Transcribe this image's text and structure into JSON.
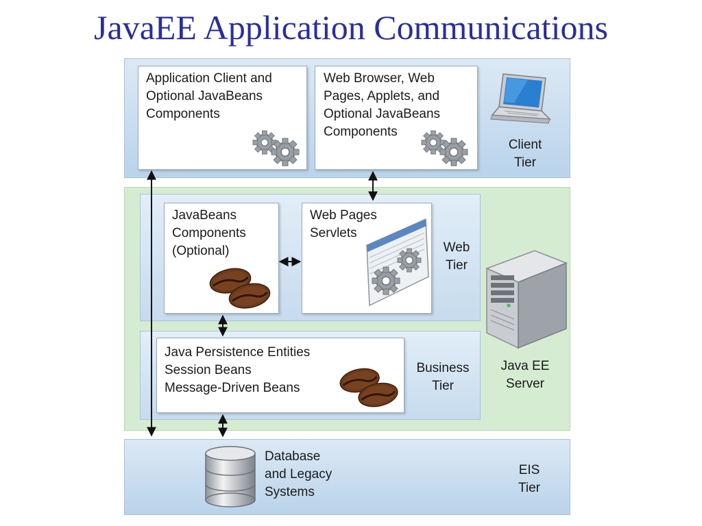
{
  "title": "JavaEE Application Communications",
  "client_tier": {
    "label_line1": "Client",
    "label_line2": "Tier",
    "box_app_client": [
      "Application Client and",
      "Optional JavaBeans",
      "Components"
    ],
    "box_web_browser": [
      "Web Browser, Web",
      "Pages, Applets, and",
      "Optional JavaBeans",
      "Components"
    ],
    "icons": [
      "gears-icon",
      "gears-icon",
      "laptop-icon"
    ]
  },
  "web_tier": {
    "label_line1": "Web",
    "label_line2": "Tier",
    "box_javabeans": [
      "JavaBeans",
      "Components",
      "(Optional)"
    ],
    "box_web_pages": [
      "Web Pages",
      "Servlets"
    ],
    "icons": [
      "coffee-beans-icon",
      "web-page-gears-icon"
    ]
  },
  "business_tier": {
    "label_line1": "Business",
    "label_line2": "Tier",
    "box_persistence": [
      "Java Persistence Entities",
      "Session Beans",
      "Message-Driven Beans"
    ],
    "icons": [
      "coffee-beans-icon"
    ]
  },
  "server": {
    "label_line1": "Java EE",
    "label_line2": "Server",
    "icons": [
      "server-tower-icon"
    ]
  },
  "eis_tier": {
    "label_line1": "EIS",
    "label_line2": "Tier",
    "database_text": [
      "Database",
      "and Legacy",
      "Systems"
    ],
    "icons": [
      "database-icon"
    ]
  },
  "colors": {
    "title": "#2a2e9a",
    "tier_band": "#c6dbee",
    "server_band": "#d6ecd2",
    "coffee_bean": "#6b3a1c"
  }
}
